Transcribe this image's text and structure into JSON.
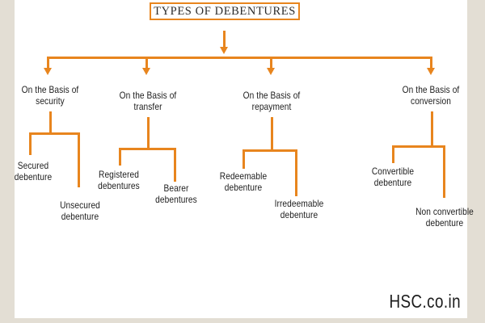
{
  "diagram": {
    "title": "TYPES OF DEBENTURES",
    "accent_color": "#e8851e",
    "text_color": "#1d1d1d",
    "page_background": "#ffffff",
    "margin_background": "#e3ded4",
    "branches": [
      {
        "label": "On the Basis of\nsecurity",
        "label_line1": "On the Basis of",
        "label_line2": "security",
        "children": [
          {
            "line1": "Secured",
            "line2": "debenture"
          },
          {
            "line1": "Unsecured",
            "line2": "debenture"
          }
        ]
      },
      {
        "label": "On the Basis of\ntransfer",
        "label_line1": "On the Basis of",
        "label_line2": "transfer",
        "children": [
          {
            "line1": "Registered",
            "line2": "debentures"
          },
          {
            "line1": "Bearer",
            "line2": "debentures"
          }
        ]
      },
      {
        "label": "On the Basis of\nrepayment",
        "label_line1": "On the Basis of",
        "label_line2": "repayment",
        "children": [
          {
            "line1": "Redeemable",
            "line2": "debenture"
          },
          {
            "line1": "Irredeemable",
            "line2": "debenture"
          }
        ]
      },
      {
        "label": "On the Basis of\nconversion",
        "label_line1": "On the Basis of",
        "label_line2": "conversion",
        "children": [
          {
            "line1": "Convertible",
            "line2": "debenture"
          },
          {
            "line1": "Non convertible",
            "line2": "debenture"
          }
        ]
      }
    ]
  },
  "watermark": {
    "text": "HSC.co.in"
  }
}
